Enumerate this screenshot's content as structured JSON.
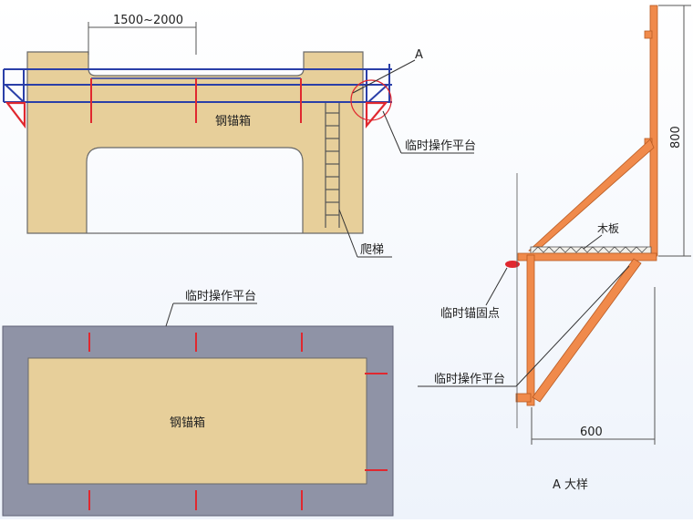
{
  "labels": {
    "span_dim": "1500~2000",
    "detail_marker": "A",
    "box_elevation": "钢锚箱",
    "temp_platform_top": "临时操作平台",
    "ladder": "爬梯",
    "plan_platform": "临时操作平台",
    "box_plan": "钢锚箱",
    "board": "木板",
    "anchor_point": "临时锚固点",
    "platform_detail": "临时操作平台",
    "dim_800": "800",
    "dim_600": "600",
    "detail_title": "A  大样"
  },
  "colors": {
    "box_fill": "#e7cf9a",
    "box_stroke": "#6a6a6a",
    "rail": "#2a3fa8",
    "accent_red": "#e0282f",
    "frame_orange": "#f08a4b",
    "plan_border": "#8f93a6"
  }
}
